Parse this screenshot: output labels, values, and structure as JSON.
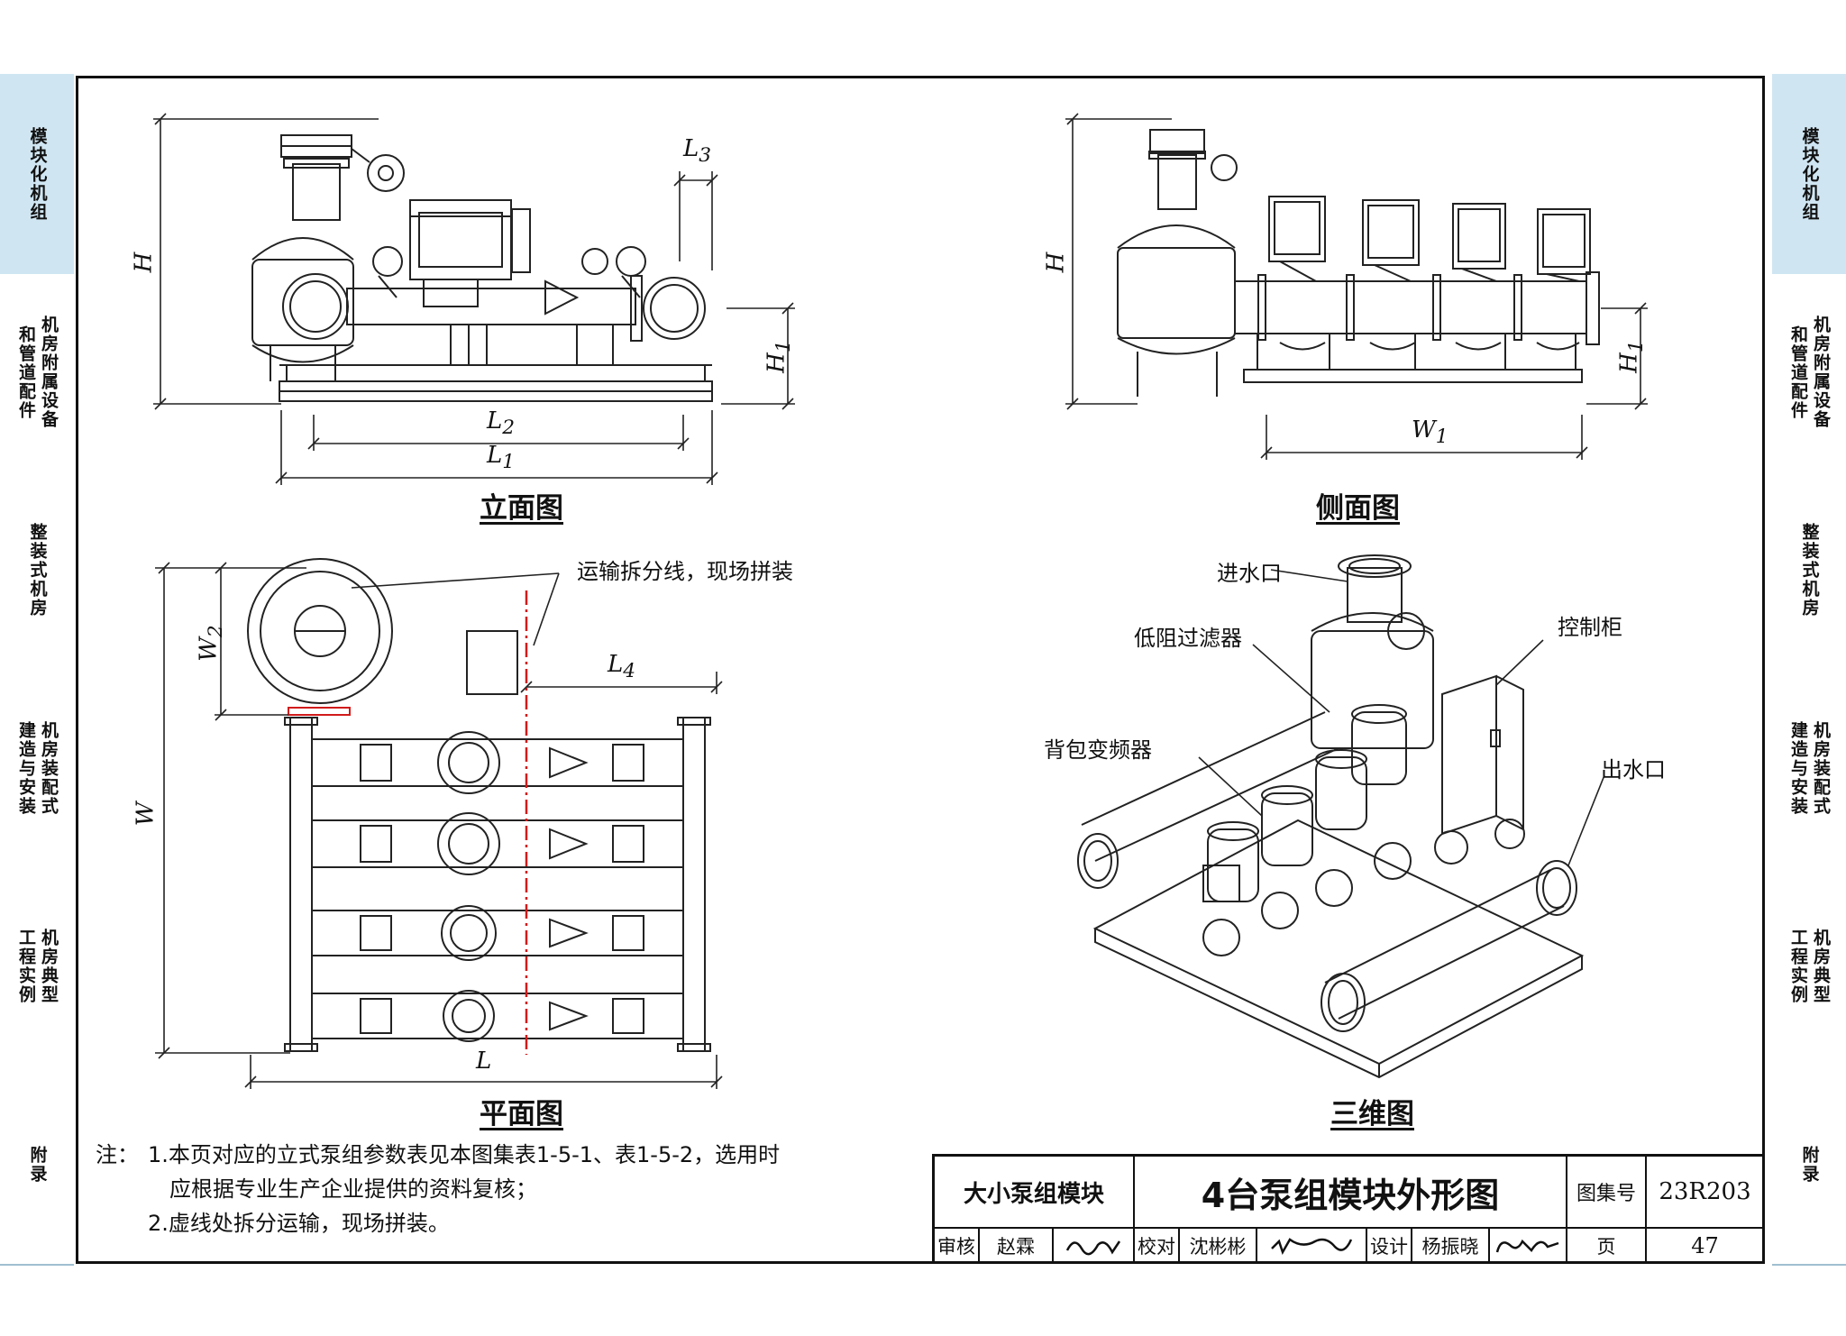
{
  "sidebar_left": [
    {
      "lines": [
        "模块化机组"
      ],
      "active": true
    },
    {
      "lines": [
        "机房附属设备",
        "和管道配件"
      ],
      "active": false
    },
    {
      "lines": [
        "整装式机房"
      ],
      "active": false
    },
    {
      "lines": [
        "机房装配式",
        "建造与安装"
      ],
      "active": false
    },
    {
      "lines": [
        "机房典型",
        "工程实例"
      ],
      "active": false
    },
    {
      "lines": [
        "附录"
      ],
      "active": false
    }
  ],
  "sidebar_right": [
    {
      "lines": [
        "模块化机组"
      ],
      "active": true
    },
    {
      "lines": [
        "机房附属设备",
        "和管道配件"
      ],
      "active": false
    },
    {
      "lines": [
        "整装式机房"
      ],
      "active": false
    },
    {
      "lines": [
        "机房装配式",
        "建造与安装"
      ],
      "active": false
    },
    {
      "lines": [
        "机房典型",
        "工程实例"
      ],
      "active": false
    },
    {
      "lines": [
        "附录"
      ],
      "active": false
    }
  ],
  "views": {
    "elevation": "立面图",
    "side": "侧面图",
    "plan": "平面图",
    "iso": "三维图"
  },
  "dims": {
    "H": "H",
    "H1": "H",
    "L1": "L",
    "L2": "L",
    "L3": "L",
    "L4": "L",
    "L": "L",
    "W": "W",
    "W1": "W",
    "W2": "W",
    "sub1": "1",
    "sub2": "2",
    "sub3": "3",
    "sub4": "4"
  },
  "labels": {
    "split": "运输拆分线，现场拼装",
    "inlet": "进水口",
    "filter": "低阻过滤器",
    "cabinet": "控制柜",
    "vfd": "背包变频器",
    "outlet": "出水口"
  },
  "notes": {
    "prefix": "注：",
    "n1a": "1.本页对应的立式泵组参数表见本图集表1-5-1、表1-5-2，选用时",
    "n1b": "应根据专业生产企业提供的资料复核；",
    "n2": "2.虚线处拆分运输，现场拼装。"
  },
  "title_block": {
    "category": "大小泵组模块",
    "title": "4台泵组模块外形图",
    "atlas_label": "图集号",
    "atlas_no": "23R203",
    "review_label": "审核",
    "reviewer": "赵霖",
    "check_label": "校对",
    "checker": "沈彬彬",
    "design_label": "设计",
    "designer": "杨振晓",
    "page_label": "页",
    "page_no": "47"
  },
  "colors": {
    "tab_active": "#cfe6f2",
    "tab_border": "#9fbfd0",
    "split_line": "#d11a1a"
  }
}
